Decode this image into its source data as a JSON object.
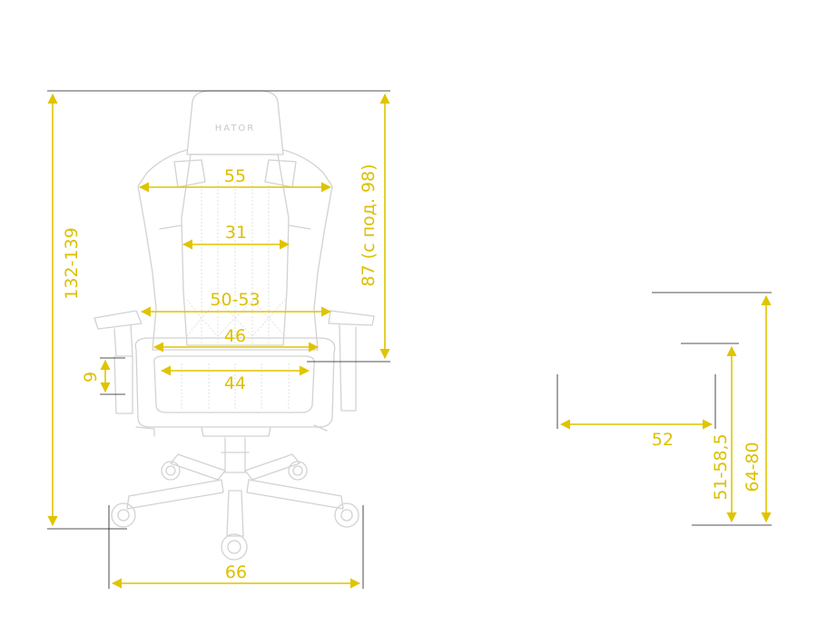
{
  "brand": "HATOR",
  "colors": {
    "dimension": "#e0c400",
    "label": "#dcc000",
    "outline": "#d2d2d2",
    "extension": "#1a1a1a"
  },
  "dimensions": {
    "total_height": "132-139",
    "back_height": "87 (с под. 98)",
    "shoulder_width": "55",
    "lumbar_width": "31",
    "armrest_width": "50-53",
    "seat_back_width": "46",
    "seat_width": "44",
    "armrest_adjust": "9",
    "base_width": "66",
    "seat_depth": "52",
    "seat_height": "51-58,5",
    "armrest_height": "64-80"
  }
}
